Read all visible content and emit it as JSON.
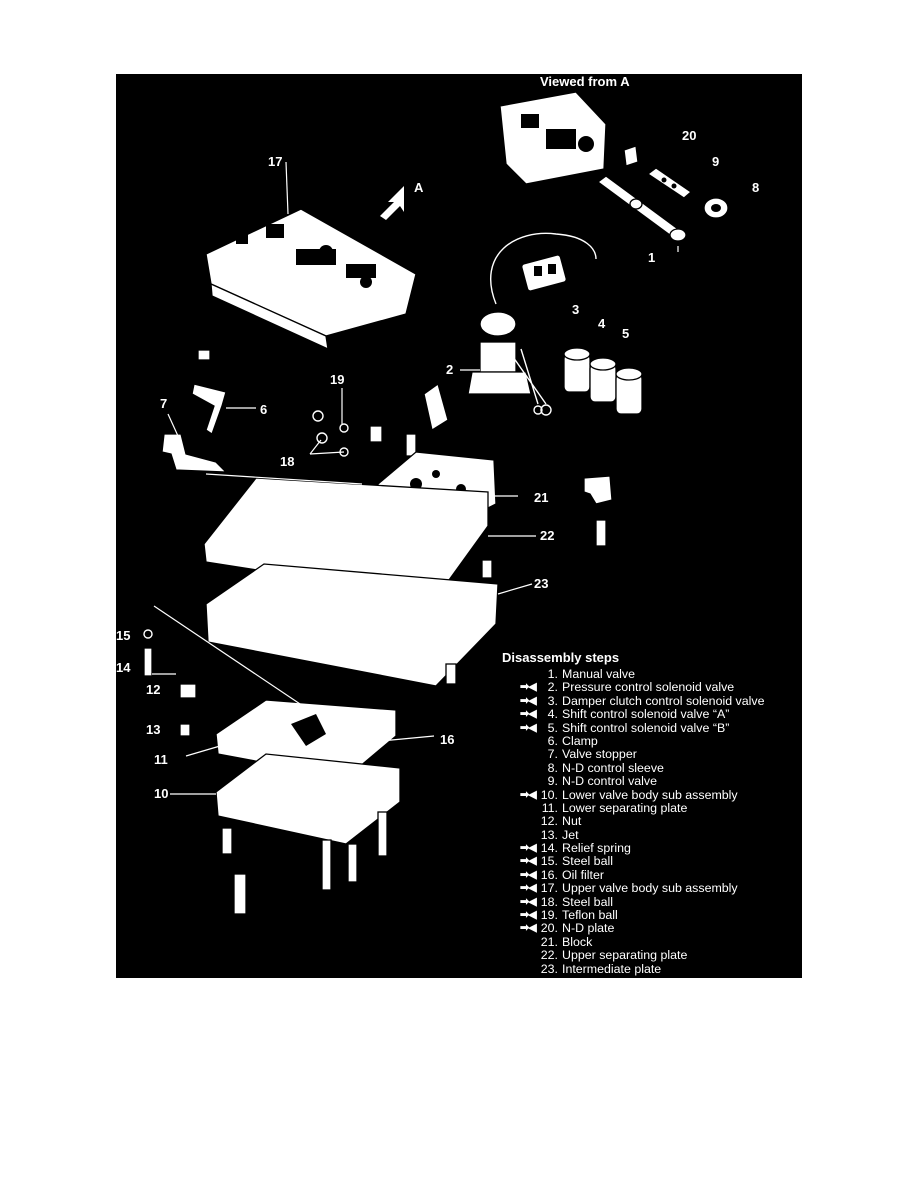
{
  "figure": {
    "view_label": "Viewed from A",
    "arrow_label": "A",
    "callouts": [
      "1",
      "2",
      "3",
      "4",
      "5",
      "6",
      "7",
      "8",
      "9",
      "10",
      "11",
      "12",
      "13",
      "14",
      "15",
      "16",
      "17",
      "18",
      "19",
      "20",
      "21",
      "22",
      "23"
    ]
  },
  "steps": {
    "title": "Disassembly steps",
    "marker_glyph": "➡◀",
    "items": [
      {
        "num": "1.",
        "name": "Manual valve",
        "marked": false
      },
      {
        "num": "2.",
        "name": "Pressure control solenoid valve",
        "marked": true
      },
      {
        "num": "3.",
        "name": "Damper clutch control solenoid valve",
        "marked": true
      },
      {
        "num": "4.",
        "name": "Shift control solenoid valve “A”",
        "marked": true
      },
      {
        "num": "5.",
        "name": "Shift control solenoid valve “B”",
        "marked": true
      },
      {
        "num": "6.",
        "name": "Clamp",
        "marked": false
      },
      {
        "num": "7.",
        "name": "Valve stopper",
        "marked": false
      },
      {
        "num": "8.",
        "name": "N-D control sleeve",
        "marked": false
      },
      {
        "num": "9.",
        "name": "N-D control valve",
        "marked": false
      },
      {
        "num": "10.",
        "name": "Lower valve body sub assembly",
        "marked": true
      },
      {
        "num": "11.",
        "name": "Lower separating plate",
        "marked": false
      },
      {
        "num": "12.",
        "name": "Nut",
        "marked": false
      },
      {
        "num": "13.",
        "name": "Jet",
        "marked": false
      },
      {
        "num": "14.",
        "name": "Relief spring",
        "marked": true
      },
      {
        "num": "15.",
        "name": "Steel ball",
        "marked": true
      },
      {
        "num": "16.",
        "name": "Oil filter",
        "marked": true
      },
      {
        "num": "17.",
        "name": "Upper valve body sub assembly",
        "marked": true
      },
      {
        "num": "18.",
        "name": "Steel ball",
        "marked": true
      },
      {
        "num": "19.",
        "name": "Teflon ball",
        "marked": true
      },
      {
        "num": "20.",
        "name": "N-D plate",
        "marked": true
      },
      {
        "num": "21.",
        "name": "Block",
        "marked": false
      },
      {
        "num": "22.",
        "name": "Upper separating plate",
        "marked": false
      },
      {
        "num": "23.",
        "name": "Intermediate plate",
        "marked": false
      }
    ]
  }
}
